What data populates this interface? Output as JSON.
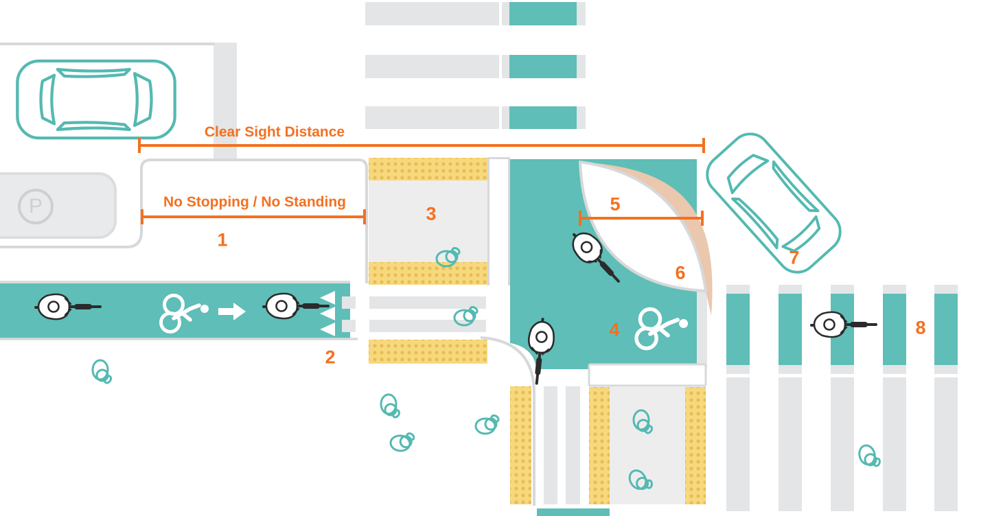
{
  "diagram": {
    "subject": "protected intersection street design with bike lanes, crosswalks and tactile paving",
    "labels": {
      "clear_sight_distance": "Clear Sight Distance",
      "no_stopping_no_standing": "No Stopping / No Standing",
      "parking_badge": "P"
    },
    "callouts": [
      {
        "label": "1"
      },
      {
        "label": "2"
      },
      {
        "label": "3"
      },
      {
        "label": "4"
      },
      {
        "label": "5"
      },
      {
        "label": "6"
      },
      {
        "label": "7"
      },
      {
        "label": "8"
      }
    ],
    "icons": [
      "car-icon",
      "cyclist-icon",
      "pedestrian-icon",
      "bike-symbol-marking",
      "arrow-marking",
      "yield-triangle-icon",
      "parking-icon"
    ],
    "colors": {
      "teal": "#5FBEB7",
      "teal-icon": "#54B9B1",
      "orange": "#F4701F",
      "peach": "#EBC7AE",
      "yellow": "#F8D87C",
      "yellow-dot": "#E5BE57",
      "stripe-gray": "#E4E5E7",
      "island-gray": "#EDEDEE",
      "curb-gray": "#D6D8DA",
      "parking-gray": "#E9EAEC",
      "parking-border": "#DBDDDF",
      "badge-gray": "#CDD0D2",
      "ink": "#2B2B2B"
    }
  }
}
